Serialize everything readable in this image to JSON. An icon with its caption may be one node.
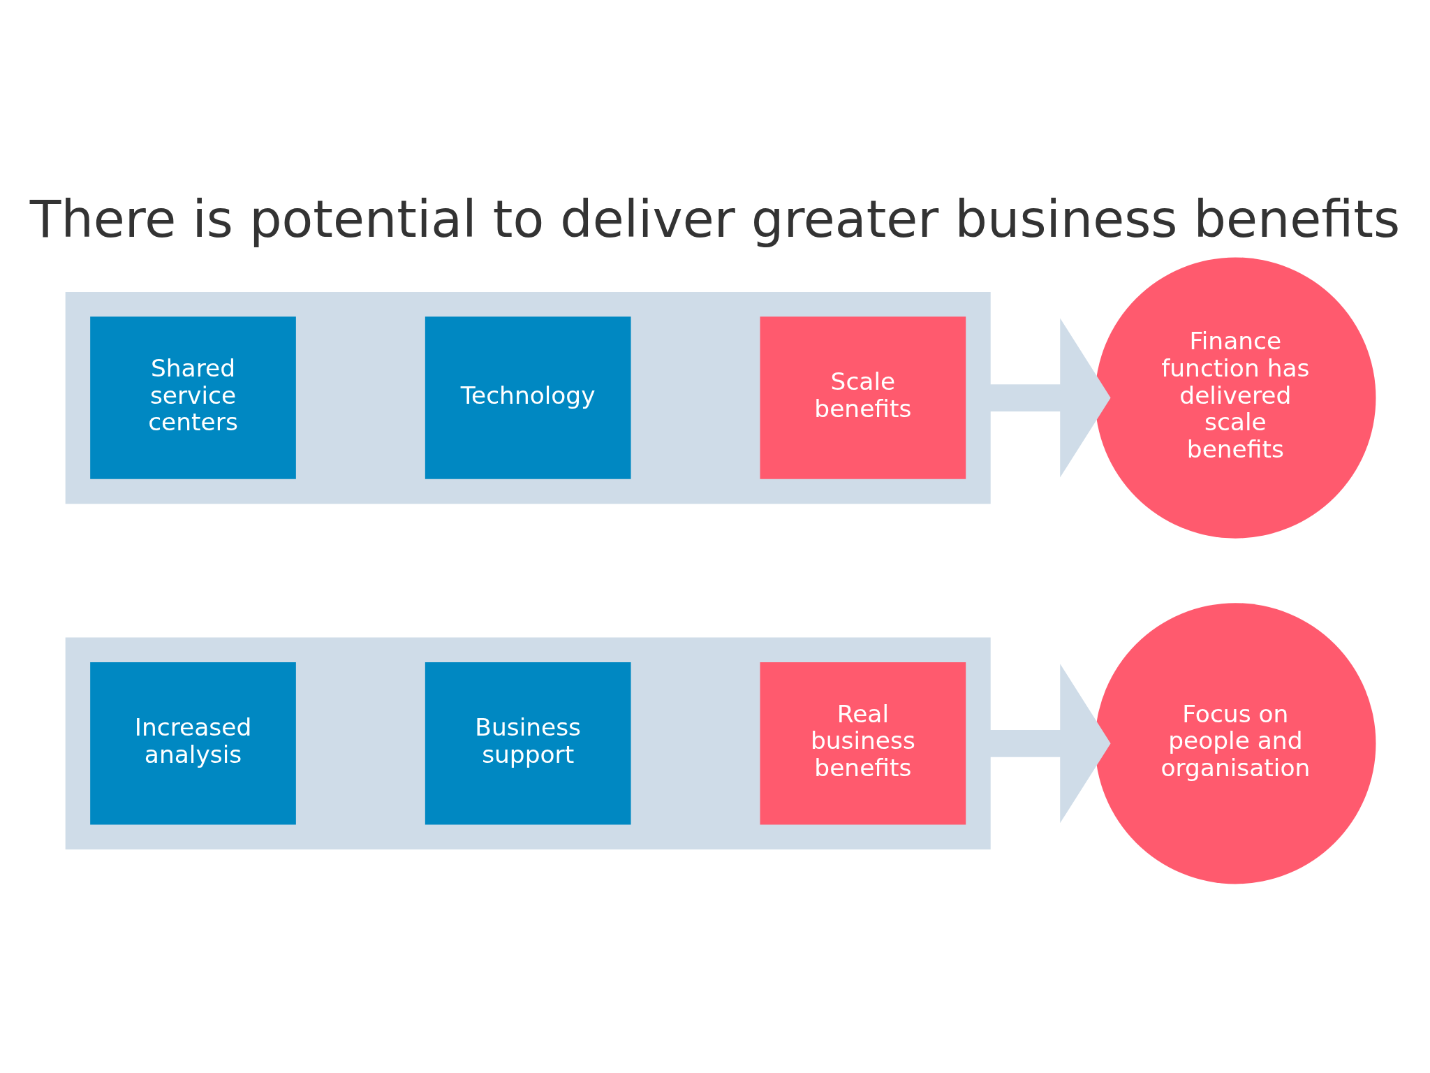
{
  "diagram": {
    "title": "There is potential to deliver greater business benefits",
    "nodes": [
      {
        "text": [],
        "shape": "arrow"
      },
      {
        "text": [
          "Shared service centers"
        ],
        "in": 0
      },
      {
        "text": [
          "Technology"
        ],
        "in": 0
      },
      {
        "text": [
          "Scale benefits"
        ],
        "in": 0
      },
      {
        "text": [
          "Finance function has delivered scale benefits"
        ]
      },
      {
        "text": [],
        "shape": "arrow"
      },
      {
        "text": [
          "Increased analysis"
        ],
        "in": 5
      },
      {
        "text": [
          "Business support"
        ],
        "in": 5
      },
      {
        "text": [
          "Real business benefits"
        ],
        "in": 5
      },
      {
        "text": [
          "Focus on people and organisation"
        ]
      }
    ],
    "edges": [
      {
        "from": 3,
        "to": 4,
        "arrow": "to"
      },
      {
        "from": 8,
        "to": 9,
        "arrow": "to"
      }
    ]
  }
}
